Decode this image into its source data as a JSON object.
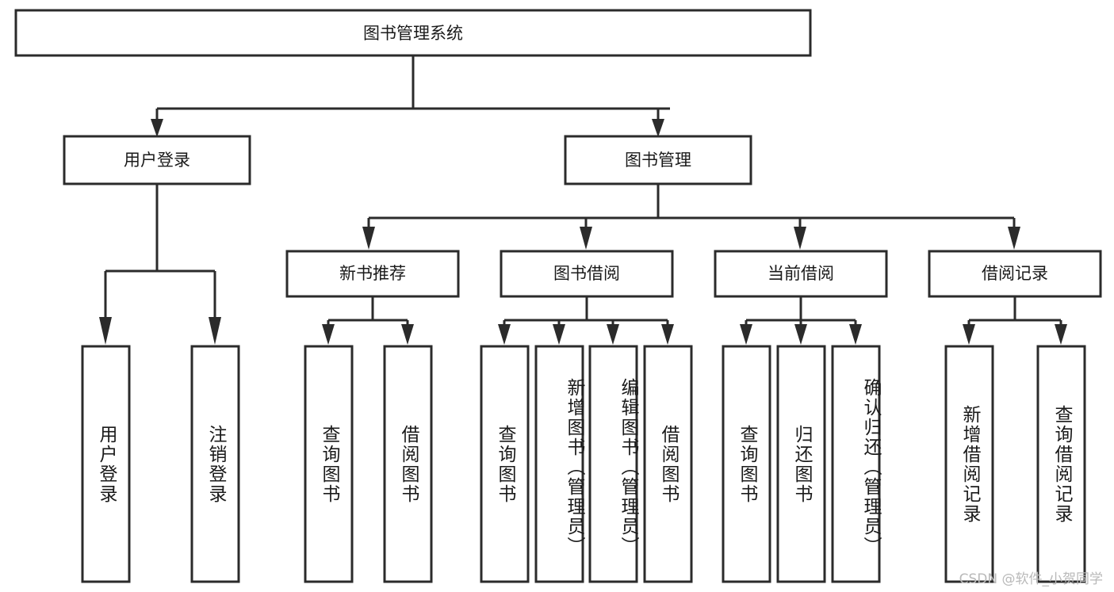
{
  "diagram": {
    "title": "图书管理系统",
    "type": "tree-hierarchy",
    "root": {
      "label": "图书管理系统"
    },
    "level2": [
      {
        "label": "用户登录"
      },
      {
        "label": "图书管理"
      }
    ],
    "level3": [
      {
        "label": "新书推荐"
      },
      {
        "label": "图书借阅"
      },
      {
        "label": "当前借阅"
      },
      {
        "label": "借阅记录"
      }
    ],
    "leaves": {
      "user_login_children": [
        {
          "label": "用户登录"
        },
        {
          "label": "注销登录"
        }
      ],
      "new_book_children": [
        {
          "label": "查询图书"
        },
        {
          "label": "借阅图书"
        }
      ],
      "book_borrow_children": [
        {
          "label": "查询图书"
        },
        {
          "label": "新增图书（管理员）"
        },
        {
          "label": "编辑图书（管理员）"
        },
        {
          "label": "借阅图书"
        }
      ],
      "current_borrow_children": [
        {
          "label": "查询图书"
        },
        {
          "label": "归还图书"
        },
        {
          "label": "确认归还（管理员）"
        }
      ],
      "borrow_record_children": [
        {
          "label": "新增借阅记录"
        },
        {
          "label": "查询借阅记录"
        }
      ]
    }
  },
  "watermark": {
    "text": "CSDN @软件_小贺同学"
  },
  "colors": {
    "stroke": "#2b2b2b",
    "fill": "#ffffff",
    "text": "#1a1a1a",
    "watermark": "#b9b9b9"
  }
}
